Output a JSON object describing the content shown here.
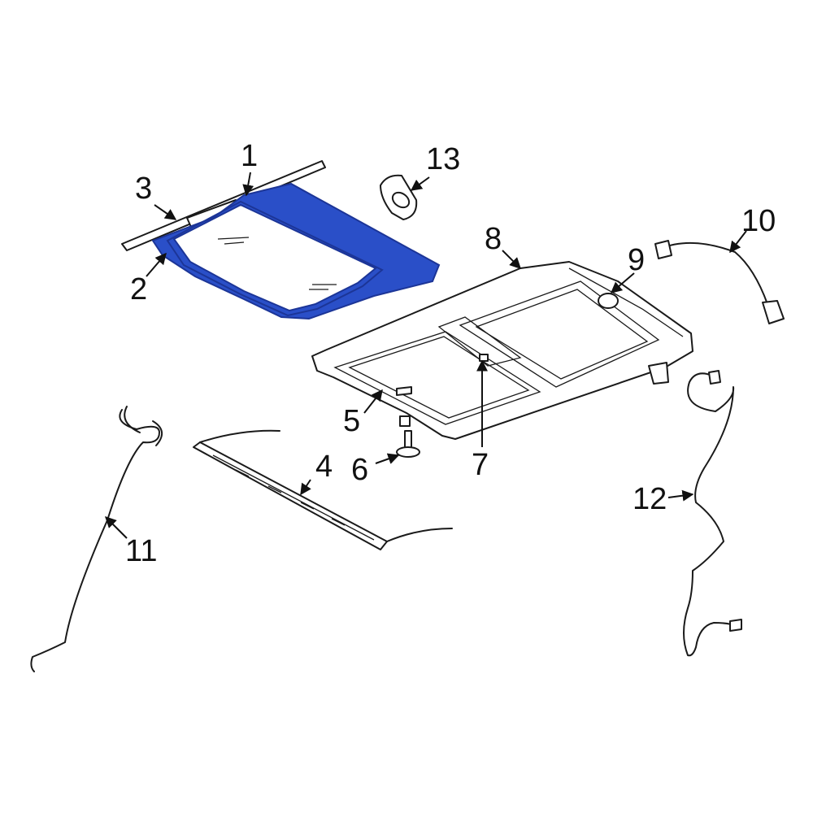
{
  "colors": {
    "highlight": "#2a4fc8",
    "highlight_dark": "#1c3597",
    "line": "#1a1a1a",
    "background": "#ffffff"
  },
  "callouts": {
    "c1": "1",
    "c2": "2",
    "c3": "3",
    "c4": "4",
    "c5": "5",
    "c6": "6",
    "c7": "7",
    "c8": "8",
    "c9": "9",
    "c10": "10",
    "c11": "11",
    "c12": "12",
    "c13": "13"
  }
}
